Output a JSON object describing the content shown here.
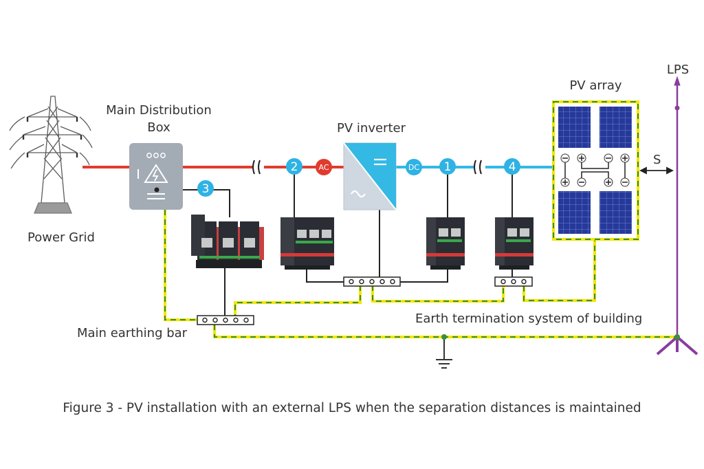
{
  "labels": {
    "power_grid": "Power Grid",
    "main_distribution_box_line1": "Main Distribution",
    "main_distribution_box_line2": "Box",
    "pv_inverter": "PV inverter",
    "pv_array": "PV array",
    "lps": "LPS",
    "separation": "S",
    "main_earthing_bar": "Main earthing bar",
    "earth_termination": "Earth termination system of building",
    "ac_tag": "AC",
    "dc_tag": "DC"
  },
  "spd_markers": [
    "1",
    "2",
    "3",
    "4"
  ],
  "caption": "Figure 3 - PV installation with an external LPS when the separation distances is maintained",
  "colors": {
    "ac_line": "#e03c2e",
    "dc_line": "#33b9e4",
    "marker": "#2fb2e4",
    "ac_tag": "#e03c2e",
    "earth_yellow": "#f2e600",
    "earth_green": "#3a8f3a",
    "lps": "#8a3d9c",
    "box_grey": "#a3abb5",
    "inverter_blue": "#33b9e4",
    "panel_blue": "#2a3a9c",
    "text": "#333333"
  }
}
